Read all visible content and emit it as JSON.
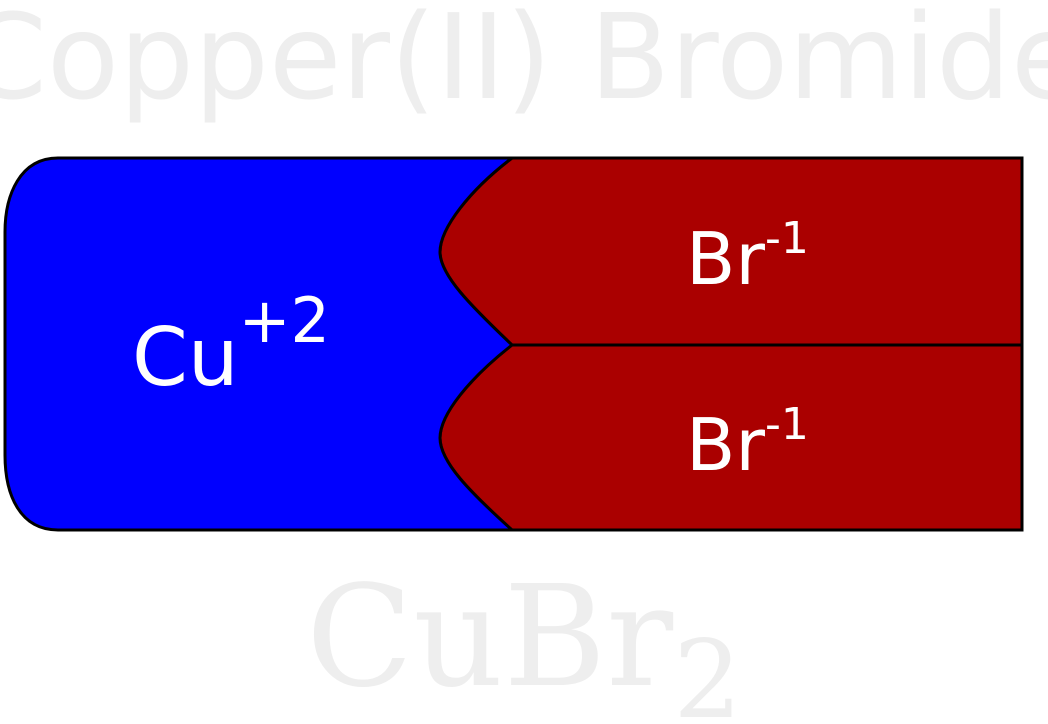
{
  "title": "Copper(II) Bromide",
  "formula": {
    "base": "CuBr",
    "subscript": "2"
  },
  "cation": {
    "symbol": "Cu",
    "charge": "+2",
    "color": "#0000ff"
  },
  "anions": [
    {
      "symbol": "Br",
      "charge": "-1",
      "color": "#aa0000"
    },
    {
      "symbol": "Br",
      "charge": "-1",
      "color": "#aa0000"
    }
  ],
  "colors": {
    "watermark": "#eeeeee",
    "label": "#ffffff",
    "outline": "#000000"
  }
}
